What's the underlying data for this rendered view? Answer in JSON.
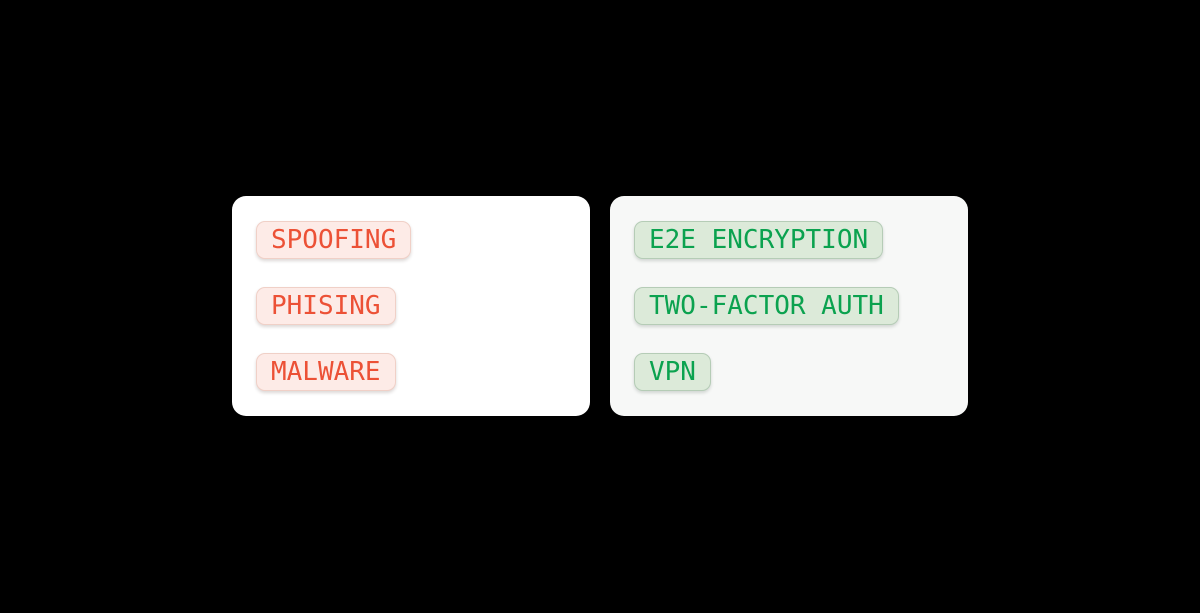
{
  "page": {
    "background_color": "#000000"
  },
  "cards": [
    {
      "id": "threats",
      "card_bg": "#ffffff",
      "tag_bg": "#fdebe7",
      "tag_border": "#f0d0c7",
      "tag_text_color": "#ec5136",
      "tags": [
        "SPOOFING",
        "PHISING",
        "MALWARE"
      ]
    },
    {
      "id": "protections",
      "card_bg": "#f7f8f7",
      "tag_bg": "#dcead9",
      "tag_border": "#b5ccb6",
      "tag_text_color": "#0ba24f",
      "tags": [
        "E2E ENCRYPTION",
        "TWO-FACTOR AUTH",
        "VPN"
      ]
    }
  ]
}
